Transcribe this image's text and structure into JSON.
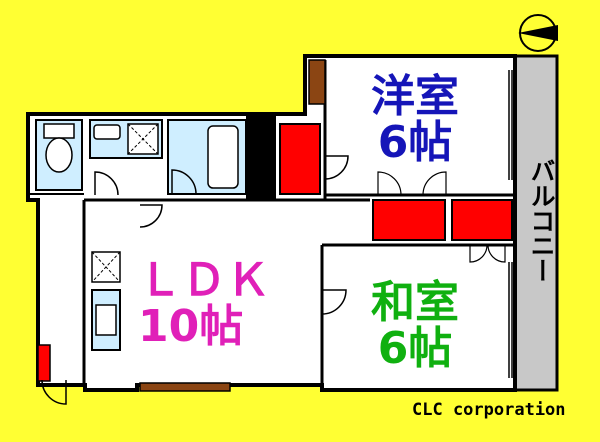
{
  "rooms": {
    "western": {
      "line1": "洋室",
      "line2": "6帖"
    },
    "ldk": {
      "line1": "ＬＤＫ",
      "line2": "10帖"
    },
    "japanese": {
      "line1": "和室",
      "line2": "6帖"
    }
  },
  "balcony_label": "バルコニー",
  "company": "CLC corporation",
  "colors": {
    "background": "#ffff33",
    "floor": "#ffffff",
    "storage": "#ff0000",
    "balcony": "#c8c8c8",
    "wet_area": "#cfeeff",
    "window_frame": "#8b4513",
    "western_text": "#1515b8",
    "ldk_text": "#e020b8",
    "japanese_text": "#10b010"
  }
}
